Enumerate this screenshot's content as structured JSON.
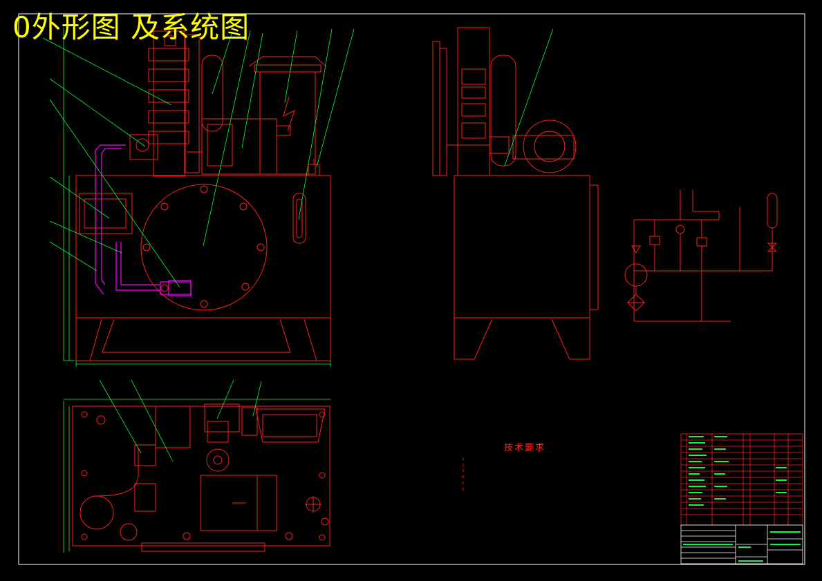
{
  "drawing": {
    "title": "0外形图 及系统图",
    "tech_requirements": {
      "heading": "技术要求",
      "items": [
        "1.",
        "2.",
        "3.",
        "4.",
        "5.",
        "6."
      ]
    },
    "colors": {
      "background": "#000000",
      "frame": "#ffffff",
      "outline": "#ff2020",
      "dimension": "#00ff40",
      "accent": "#ff00ff",
      "title": "#ffff00"
    },
    "views": [
      "front-view",
      "side-view",
      "top-view",
      "hydraulic-schematic",
      "bom-table",
      "title-block"
    ]
  }
}
